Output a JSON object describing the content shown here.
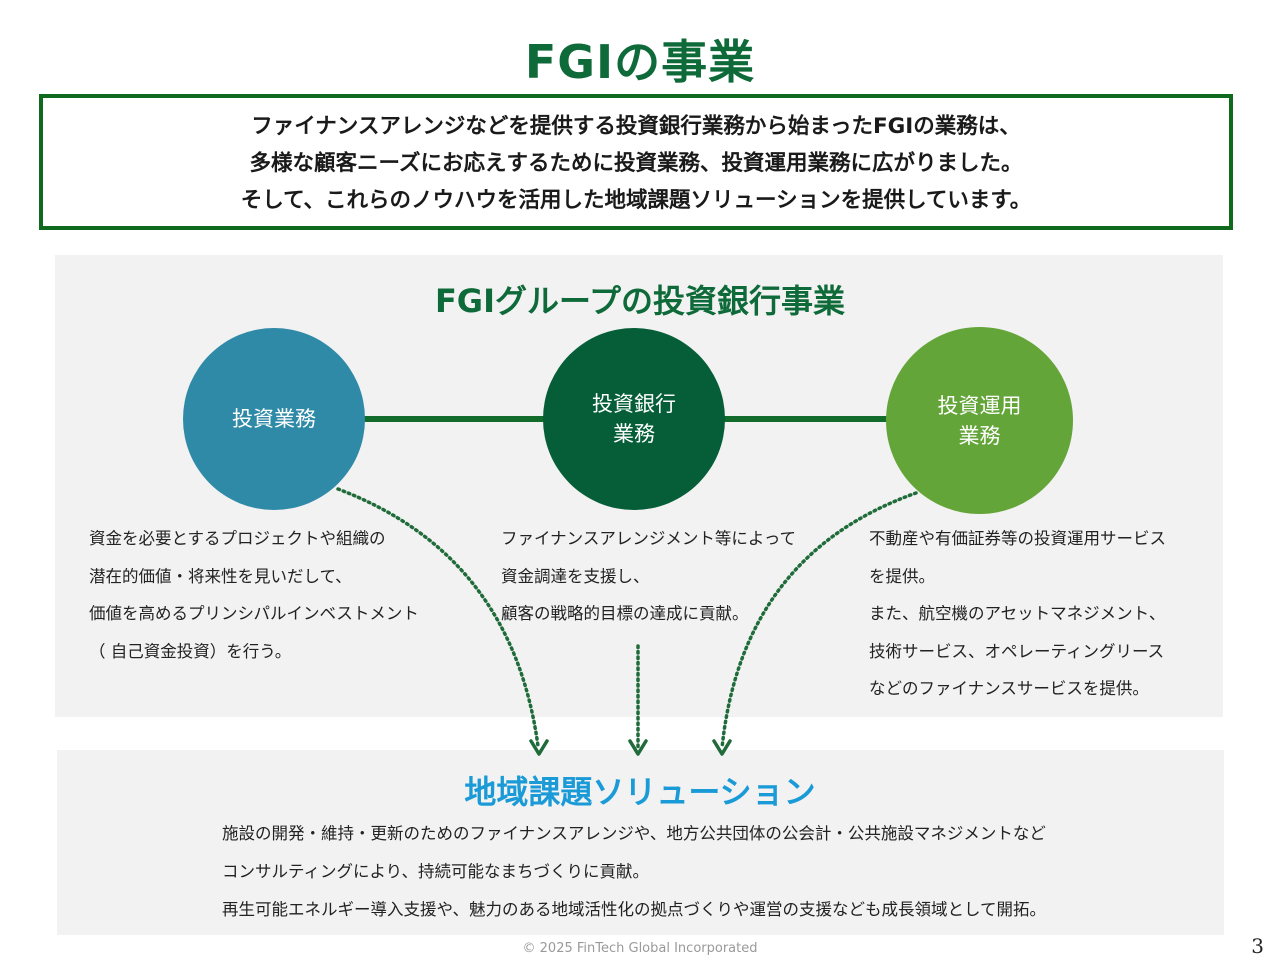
{
  "page": {
    "title": "FGIの事業",
    "page_number": "3",
    "copyright": "© 2025 FinTech Global Incorporated"
  },
  "summary": {
    "lines": [
      "ファイナンスアレンジなどを提供する投資銀行業務から始まったFGIの業務は、",
      "多様な顧客ニーズにお応えするために投資業務、投資運用業務に広がりました。",
      "そして、これらのノウハウを活用した地域課題ソリューションを提供しています。"
    ]
  },
  "ib_section": {
    "title": "FGIグループの投資銀行事業",
    "businesses": [
      {
        "label": "投資業務",
        "description": [
          "資金を必要とするプロジェクトや組織の",
          "潜在的価値・将来性を見いだして、",
          "価値を高めるプリンシパルインベストメント",
          "（ 自己資金投資）を行う。"
        ]
      },
      {
        "label": "投資銀行\n業務",
        "description": [
          "ファイナンスアレンジメント等によって",
          "資金調達を支援し、",
          "顧客の戦略的目標の達成に貢献。"
        ]
      },
      {
        "label": "投資運用\n業務",
        "description": [
          "不動産や有価証券等の投資運用サービス",
          "を提供。",
          "また、航空機のアセットマネジメント、",
          "技術サービス、オペレーティングリース",
          "などのファイナンスサービスを提供。"
        ]
      }
    ]
  },
  "local_section": {
    "title": "地域課題ソリューション",
    "description": [
      "施設の開発・維持・更新のためのファイナンスアレンジや、地方公共団体の公会計・公共施設マネジメントなど",
      "コンサルティングにより、持続可能なまちづくりに貢献。",
      "再生可能エネルギー導入支援や、魅力のある地域活性化の拠点づくりや運営の支援なども成長領域として開拓。"
    ]
  },
  "colors": {
    "title_green": "#0f6a3a",
    "box_border": "#0f6a1e",
    "circle_investment": "#2e8aa6",
    "circle_investment_banking": "#055e38",
    "circle_asset_management": "#63a538",
    "solution_blue": "#1a9bd7",
    "arrow_green": "#1f6b3a"
  }
}
